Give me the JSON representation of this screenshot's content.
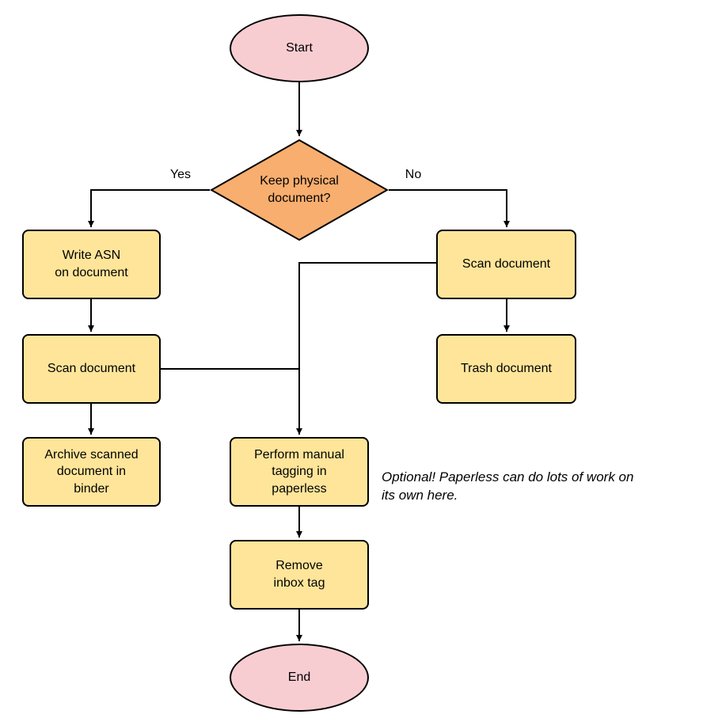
{
  "diagram": {
    "type": "flowchart",
    "colors": {
      "terminal": "#f8cdd2",
      "decision": "#f8ae6e",
      "process": "#ffe59a",
      "stroke": "#000000",
      "background": "#ffffff"
    },
    "nodes": {
      "start": "Start",
      "decision": "Keep physical\ndocument?",
      "write_asn": "Write ASN\non document",
      "scan_left": "Scan document",
      "archive": "Archive scanned\ndocument in\nbinder",
      "scan_right": "Scan document",
      "trash": "Trash document",
      "tagging": "Perform manual\ntagging in\npaperless",
      "remove_inbox": "Remove\ninbox tag",
      "end": "End"
    },
    "edge_labels": {
      "yes": "Yes",
      "no": "No"
    },
    "annotation": "Optional! Paperless can do lots of work on\nits own here."
  }
}
